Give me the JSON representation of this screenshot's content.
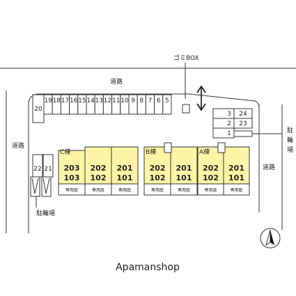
{
  "labels": {
    "gomi_box": "ゴミBOX",
    "road_top": "道路",
    "road_left": "道路",
    "road_right": "道路",
    "bike_right": [
      "駐",
      "輪",
      "場"
    ],
    "bike_left": "駐輪場",
    "watermark": "Apamanshop"
  },
  "parking_top": [
    "20",
    "19",
    "18",
    "17",
    "16",
    "15",
    "14",
    "13",
    "12",
    "11",
    "10",
    "9",
    "8",
    "7",
    "6",
    "5"
  ],
  "parking_left": [
    "22",
    "21"
  ],
  "parking_right": {
    "col_a": [
      "3",
      "2",
      "1"
    ],
    "col_b": [
      "24",
      "23"
    ]
  },
  "buildings": {
    "c": {
      "name": "C棟",
      "units": [
        {
          "top": "203",
          "bottom": "103",
          "garden": "専用庭"
        },
        {
          "top": "202",
          "bottom": "102",
          "garden": "専用庭"
        },
        {
          "top": "201",
          "bottom": "101",
          "garden": "専用庭"
        }
      ]
    },
    "b": {
      "name": "B棟",
      "units": [
        {
          "top": "202",
          "bottom": "102",
          "garden": "専用庭"
        },
        {
          "top": "201",
          "bottom": "101",
          "garden": "専用庭"
        }
      ]
    },
    "a": {
      "name": "A棟",
      "units": [
        {
          "top": "202",
          "bottom": "102",
          "garden": "専用庭"
        },
        {
          "top": "201",
          "bottom": "101",
          "garden": "専用庭"
        }
      ]
    }
  },
  "colors": {
    "building_fill": "#fbf5a5",
    "line": "#333333"
  }
}
